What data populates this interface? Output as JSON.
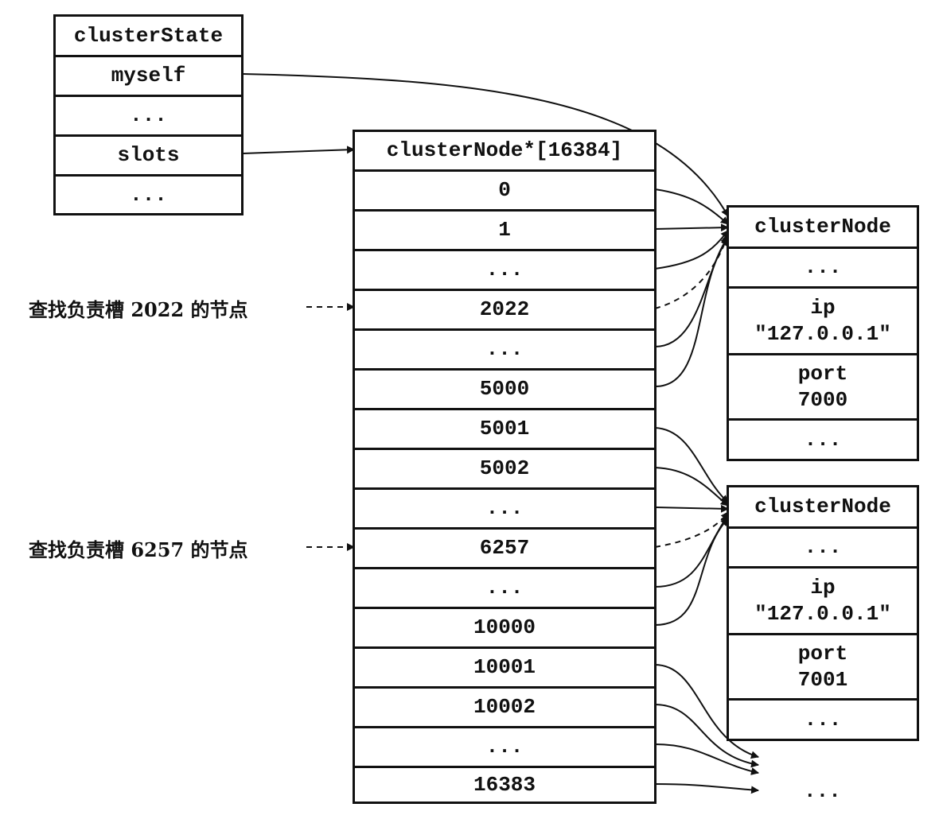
{
  "cluster_state": {
    "header": "clusterState",
    "rows": [
      "myself",
      "...",
      "slots",
      "..."
    ]
  },
  "slots_array": {
    "header": "clusterNode*[16384]",
    "rows": [
      "0",
      "1",
      "...",
      "2022",
      "...",
      "5000",
      "5001",
      "5002",
      "...",
      "6257",
      "...",
      "10000",
      "10001",
      "10002",
      "...",
      "16383"
    ]
  },
  "node_7000": {
    "header": "clusterNode",
    "rows": [
      "...",
      "ip",
      "\"127.0.0.1\"",
      "port",
      "7000",
      "..."
    ]
  },
  "node_7001": {
    "header": "clusterNode",
    "rows": [
      "...",
      "ip",
      "\"127.0.0.1\"",
      "port",
      "7001",
      "..."
    ]
  },
  "labels": {
    "lookup_2022": "查找负责槽 2022 的节点",
    "lookup_6257": "查找负责槽 6257 的节点"
  },
  "trailing_ellipsis": "..."
}
